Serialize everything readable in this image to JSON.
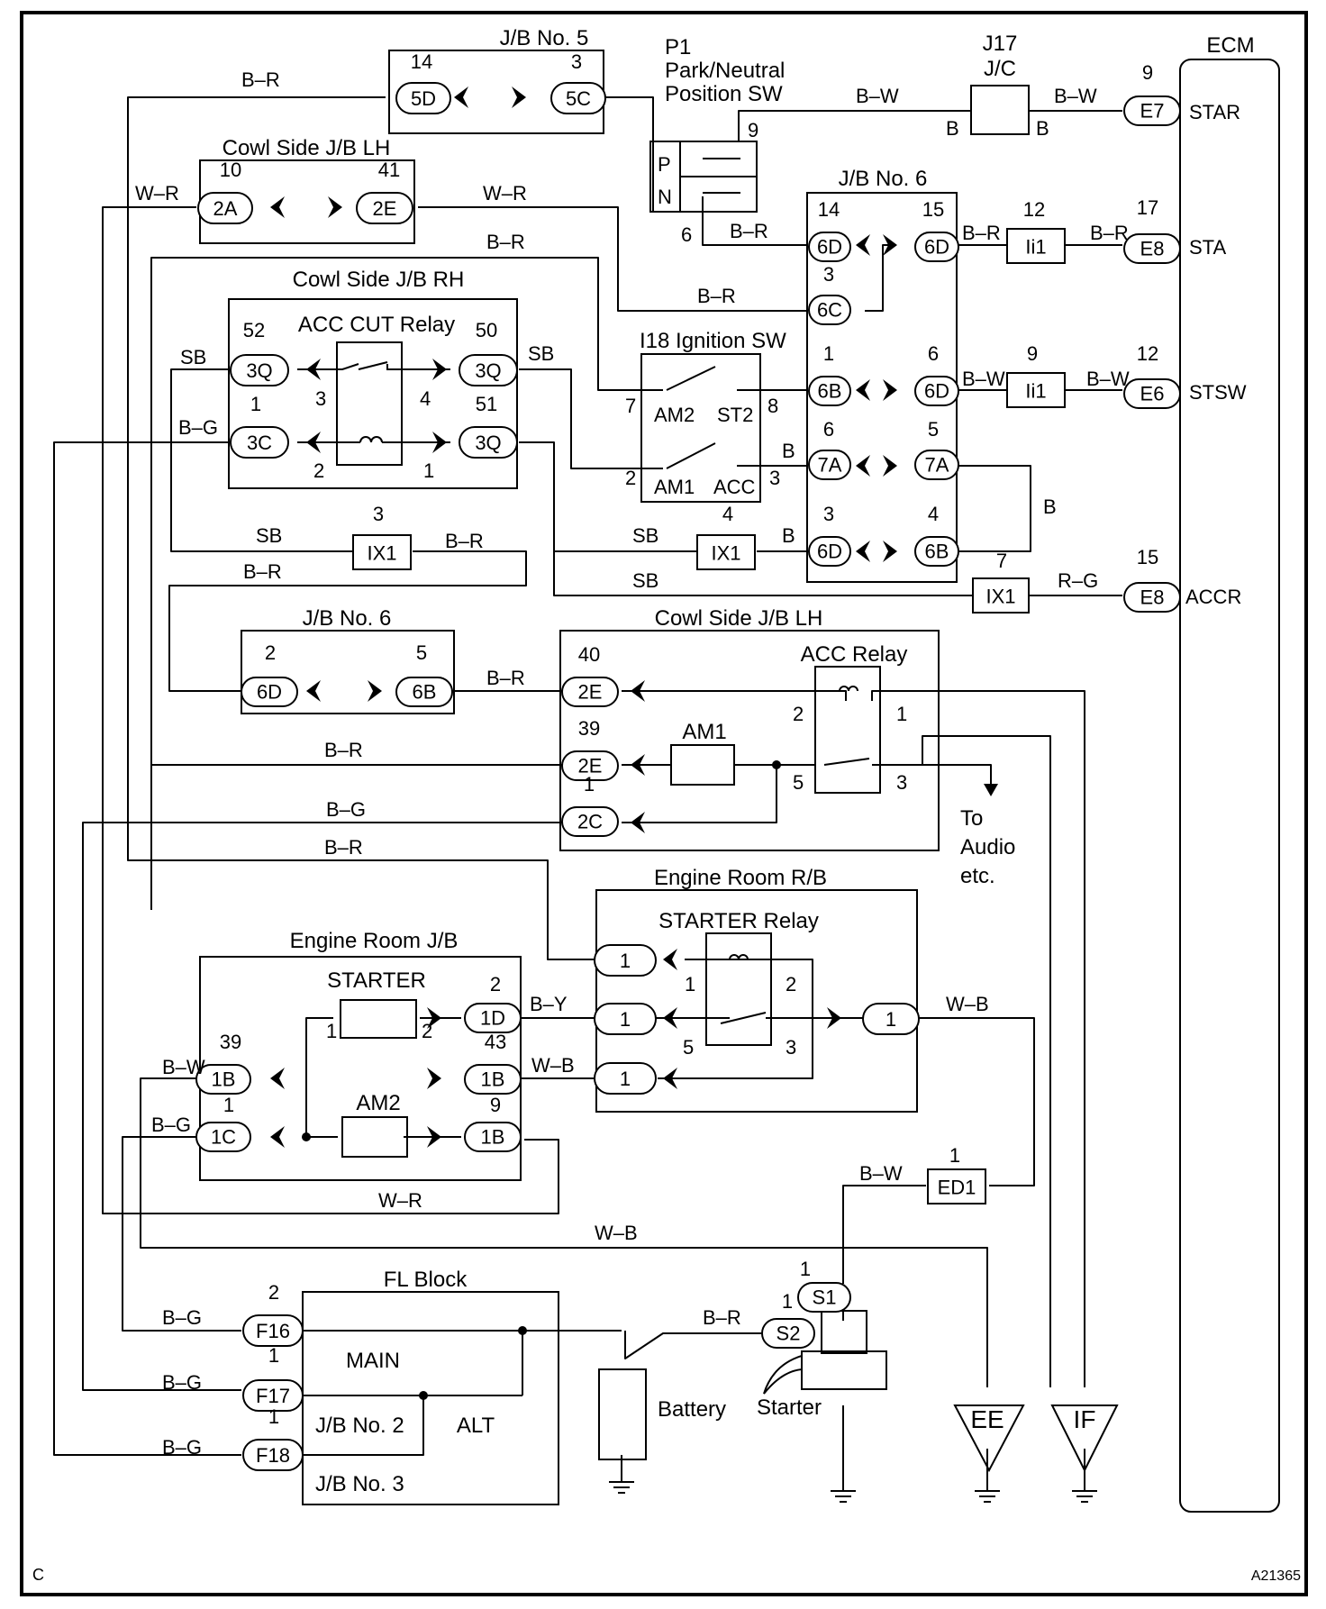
{
  "corner_left": "C",
  "figure_id": "A21365",
  "units": [
    {
      "name": "J/B No. 5"
    },
    {
      "name": "P1"
    },
    {
      "name": "Park/Neutral"
    },
    {
      "name": "Position SW"
    },
    {
      "name": "J17"
    },
    {
      "name": "J/C"
    },
    {
      "name": "ECM"
    },
    {
      "name": "Cowl Side J/B LH"
    },
    {
      "name": "J/B No. 6"
    },
    {
      "name": "Cowl Side J/B RH"
    },
    {
      "name": "ACC CUT Relay"
    },
    {
      "name": "I18 Ignition SW"
    },
    {
      "name": "J/B No. 6"
    },
    {
      "name": "Cowl Side J/B LH"
    },
    {
      "name": "ACC Relay"
    },
    {
      "name": "AM1"
    },
    {
      "name": "Engine Room R/B"
    },
    {
      "name": "STARTER Relay"
    },
    {
      "name": "Engine Room J/B"
    },
    {
      "name": "STARTER"
    },
    {
      "name": "AM2"
    },
    {
      "name": "FL Block"
    },
    {
      "name": "MAIN"
    },
    {
      "name": "J/B No. 2"
    },
    {
      "name": "ALT"
    },
    {
      "name": "J/B No. 3"
    },
    {
      "name": "Battery"
    },
    {
      "name": "Starter"
    },
    {
      "name": "To"
    },
    {
      "name": "Audio"
    },
    {
      "name": "etc."
    }
  ],
  "connectors": [
    {
      "id": "5D",
      "pin": "14"
    },
    {
      "id": "5C",
      "pin": "3"
    },
    {
      "id": "2A",
      "pin": "10"
    },
    {
      "id": "2E",
      "pin": "41"
    },
    {
      "id": "3Q",
      "pin": "52"
    },
    {
      "id": "3Q",
      "pin": "50"
    },
    {
      "id": "3C",
      "pin": "1"
    },
    {
      "id": "3Q",
      "pin": "51"
    },
    {
      "id": "E7",
      "pin": "9"
    },
    {
      "id": "E8",
      "pin": "17"
    },
    {
      "id": "E6",
      "pin": "12"
    },
    {
      "id": "E8",
      "pin": "15"
    },
    {
      "id": "Ii1",
      "pin": "12"
    },
    {
      "id": "Ii1",
      "pin": "9"
    },
    {
      "id": "6D",
      "pin": "14"
    },
    {
      "id": "6D",
      "pin": "15"
    },
    {
      "id": "6C",
      "pin": "3"
    },
    {
      "id": "6B",
      "pin": "1"
    },
    {
      "id": "6D",
      "pin": "6"
    },
    {
      "id": "7A",
      "pin": "6"
    },
    {
      "id": "7A",
      "pin": "5"
    },
    {
      "id": "6D",
      "pin": "3"
    },
    {
      "id": "6B",
      "pin": "4"
    },
    {
      "id": "IX1",
      "pin": "3"
    },
    {
      "id": "IX1",
      "pin": "4"
    },
    {
      "id": "IX1",
      "pin": "7"
    },
    {
      "id": "6D",
      "pin": "2"
    },
    {
      "id": "6B",
      "pin": "5"
    },
    {
      "id": "2E",
      "pin": "40"
    },
    {
      "id": "2E",
      "pin": "39"
    },
    {
      "id": "2C",
      "pin": "1"
    },
    {
      "id": "1",
      "pin": ""
    },
    {
      "id": "1",
      "pin": ""
    },
    {
      "id": "1",
      "pin": ""
    },
    {
      "id": "1",
      "pin": ""
    },
    {
      "id": "1D",
      "pin": "2"
    },
    {
      "id": "1B",
      "pin": "39"
    },
    {
      "id": "1B",
      "pin": "43"
    },
    {
      "id": "1C",
      "pin": "1"
    },
    {
      "id": "1B",
      "pin": "9"
    },
    {
      "id": "ED1",
      "pin": "1"
    },
    {
      "id": "S1",
      "pin": "1"
    },
    {
      "id": "S2",
      "pin": "1"
    },
    {
      "id": "F16",
      "pin": "2"
    },
    {
      "id": "F17",
      "pin": "1"
    },
    {
      "id": "F18",
      "pin": "1"
    },
    {
      "id": "EE",
      "pin": ""
    },
    {
      "id": "IF",
      "pin": ""
    }
  ],
  "terminals": [
    {
      "label": "STAR"
    },
    {
      "label": "STA"
    },
    {
      "label": "STSW"
    },
    {
      "label": "ACCR"
    },
    {
      "label": "P"
    },
    {
      "label": "N"
    },
    {
      "label": "9"
    },
    {
      "label": "6"
    },
    {
      "label": "AM2"
    },
    {
      "label": "ST2"
    },
    {
      "label": "AM1"
    },
    {
      "label": "ACC"
    },
    {
      "label": "7"
    },
    {
      "label": "8"
    },
    {
      "label": "2"
    },
    {
      "label": "3"
    },
    {
      "label": "3"
    },
    {
      "label": "4"
    },
    {
      "label": "2"
    },
    {
      "label": "1"
    },
    {
      "label": "2"
    },
    {
      "label": "1"
    },
    {
      "label": "5"
    },
    {
      "label": "3"
    },
    {
      "label": "1"
    },
    {
      "label": "2"
    },
    {
      "label": "5"
    },
    {
      "label": "3"
    },
    {
      "label": "1"
    },
    {
      "label": "2"
    },
    {
      "label": "B"
    },
    {
      "label": "B"
    }
  ],
  "wires": [
    {
      "color": "B–R"
    },
    {
      "color": "W–R"
    },
    {
      "color": "W–R"
    },
    {
      "color": "B–R"
    },
    {
      "color": "B–W"
    },
    {
      "color": "B–W"
    },
    {
      "color": "B–R"
    },
    {
      "color": "B–R"
    },
    {
      "color": "B–R"
    },
    {
      "color": "B–R"
    },
    {
      "color": "B–W"
    },
    {
      "color": "B–W"
    },
    {
      "color": "B"
    },
    {
      "color": "B"
    },
    {
      "color": "B"
    },
    {
      "color": "SB"
    },
    {
      "color": "SB"
    },
    {
      "color": "B–G"
    },
    {
      "color": "SB"
    },
    {
      "color": "B–R"
    },
    {
      "color": "B–R"
    },
    {
      "color": "SB"
    },
    {
      "color": "SB"
    },
    {
      "color": "R–G"
    },
    {
      "color": "B–R"
    },
    {
      "color": "B–R"
    },
    {
      "color": "B–G"
    },
    {
      "color": "B–R"
    },
    {
      "color": "B–Y"
    },
    {
      "color": "W–B"
    },
    {
      "color": "W–B"
    },
    {
      "color": "B–W"
    },
    {
      "color": "B–G"
    },
    {
      "color": "W–R"
    },
    {
      "color": "B–W"
    },
    {
      "color": "W–B"
    },
    {
      "color": "B–R"
    },
    {
      "color": "B–G"
    },
    {
      "color": "B–G"
    },
    {
      "color": "B–G"
    }
  ]
}
